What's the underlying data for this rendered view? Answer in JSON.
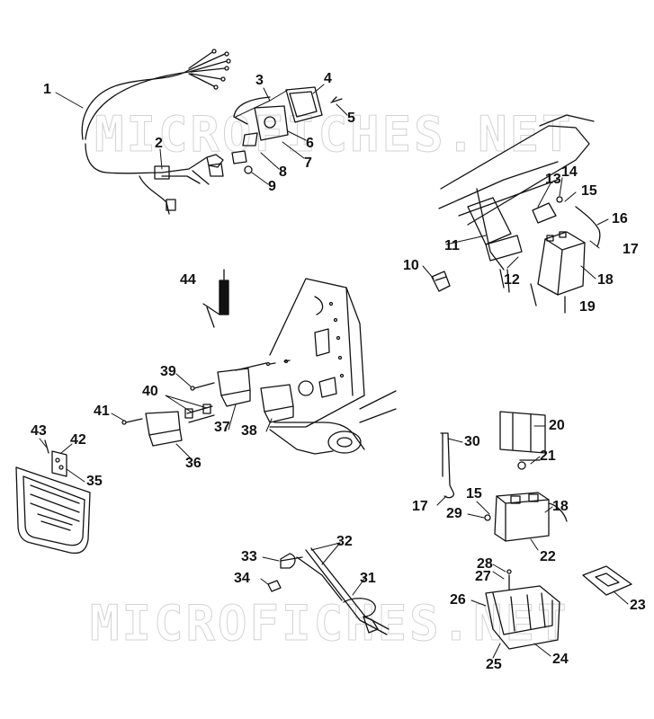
{
  "watermark": {
    "text": "MICROFICHES.NET"
  },
  "callouts": [
    {
      "id": "c1",
      "label": "1"
    },
    {
      "id": "c2",
      "label": "2"
    },
    {
      "id": "c3",
      "label": "3"
    },
    {
      "id": "c4",
      "label": "4"
    },
    {
      "id": "c5",
      "label": "5"
    },
    {
      "id": "c6",
      "label": "6"
    },
    {
      "id": "c7",
      "label": "7"
    },
    {
      "id": "c8",
      "label": "8"
    },
    {
      "id": "c9",
      "label": "9"
    },
    {
      "id": "c10",
      "label": "10"
    },
    {
      "id": "c11",
      "label": "11"
    },
    {
      "id": "c12",
      "label": "12"
    },
    {
      "id": "c13",
      "label": "13"
    },
    {
      "id": "c14",
      "label": "14"
    },
    {
      "id": "c15a",
      "label": "15"
    },
    {
      "id": "c16",
      "label": "16"
    },
    {
      "id": "c17a",
      "label": "17"
    },
    {
      "id": "c18a",
      "label": "18"
    },
    {
      "id": "c19",
      "label": "19"
    },
    {
      "id": "c20",
      "label": "20"
    },
    {
      "id": "c21",
      "label": "21"
    },
    {
      "id": "c22",
      "label": "22"
    },
    {
      "id": "c23",
      "label": "23"
    },
    {
      "id": "c24",
      "label": "24"
    },
    {
      "id": "c25",
      "label": "25"
    },
    {
      "id": "c26",
      "label": "26"
    },
    {
      "id": "c27",
      "label": "27"
    },
    {
      "id": "c28",
      "label": "28"
    },
    {
      "id": "c29",
      "label": "29"
    },
    {
      "id": "c30",
      "label": "30"
    },
    {
      "id": "c31",
      "label": "31"
    },
    {
      "id": "c32",
      "label": "32"
    },
    {
      "id": "c33",
      "label": "33"
    },
    {
      "id": "c34",
      "label": "34"
    },
    {
      "id": "c35",
      "label": "35"
    },
    {
      "id": "c36",
      "label": "36"
    },
    {
      "id": "c37",
      "label": "37"
    },
    {
      "id": "c38",
      "label": "38"
    },
    {
      "id": "c39",
      "label": "39"
    },
    {
      "id": "c40",
      "label": "40"
    },
    {
      "id": "c41",
      "label": "41"
    },
    {
      "id": "c42",
      "label": "42"
    },
    {
      "id": "c43",
      "label": "43"
    },
    {
      "id": "c44",
      "label": "44"
    },
    {
      "id": "c15b",
      "label": "15"
    },
    {
      "id": "c17b",
      "label": "17"
    },
    {
      "id": "c18b",
      "label": "18"
    }
  ]
}
